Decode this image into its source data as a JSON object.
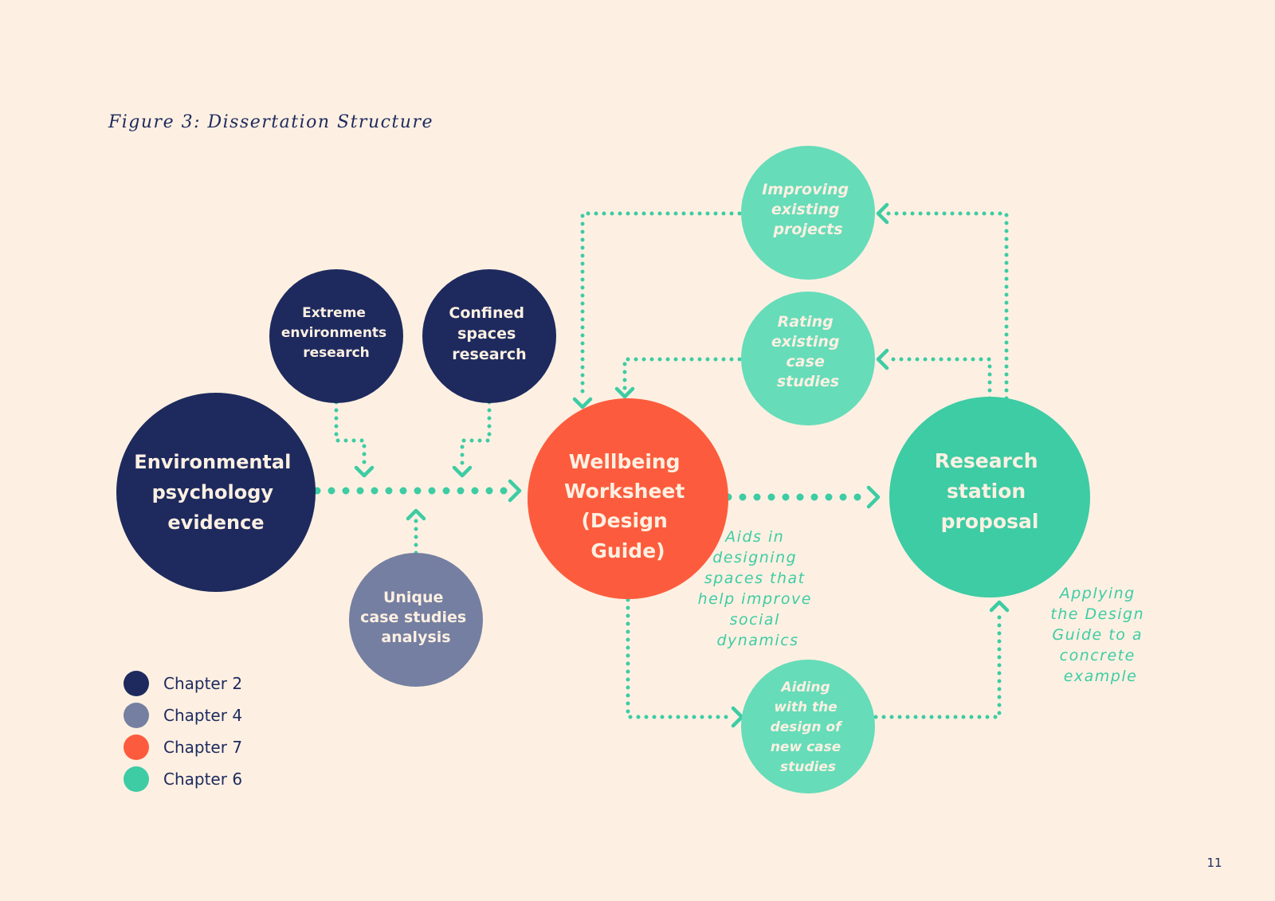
{
  "figure_title": "Figure 3: Dissertation Structure",
  "page_number": "11",
  "colors": {
    "background": "#fdf0e2",
    "chapter_2": "#1e2a5e",
    "chapter_4": "#757fa1",
    "chapter_7": "#fc5c3d",
    "chapter_6_main": "#3dcca4",
    "chapter_6_light": "#66dcb9",
    "connector": "#3dcca4"
  },
  "nodes": {
    "environmental": [
      "Environmental",
      "psychology",
      "evidence"
    ],
    "extreme": [
      "Extreme",
      "environments",
      "research"
    ],
    "confined": [
      "Confined",
      "spaces",
      "research"
    ],
    "unique": [
      "Unique",
      "case studies",
      "analysis"
    ],
    "wellbeing": [
      "Wellbeing",
      "Worksheet",
      "(Design",
      "Guide)"
    ],
    "research": [
      "Research",
      "station",
      "proposal"
    ],
    "improving": [
      "Improving",
      "existing",
      "projects"
    ],
    "rating": [
      "Rating",
      "existing",
      "case",
      "studies"
    ],
    "aiding": [
      "Aiding",
      "with the",
      "design of",
      "new case",
      "studies"
    ]
  },
  "annotations": {
    "aids": [
      "Aids in",
      "designing",
      "spaces that",
      "help improve",
      "social",
      "dynamics"
    ],
    "applying": [
      "Applying",
      "the Design",
      "Guide to a",
      "concrete",
      "example"
    ]
  },
  "legend": [
    {
      "label": "Chapter 2",
      "color": "#1e2a5e"
    },
    {
      "label": "Chapter 4",
      "color": "#757fa1"
    },
    {
      "label": "Chapter 7",
      "color": "#fc5c3d"
    },
    {
      "label": "Chapter 6",
      "color": "#3dcca4"
    }
  ]
}
